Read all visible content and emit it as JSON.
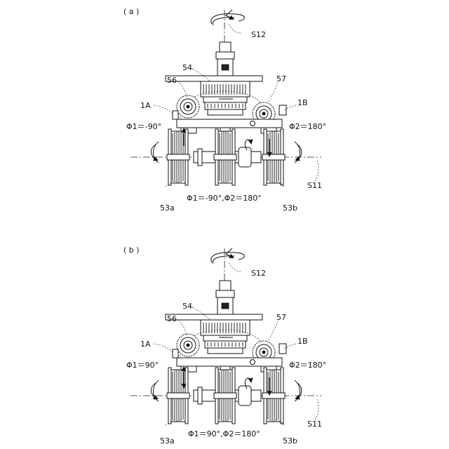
{
  "panels": [
    {
      "panel_label": "( a )",
      "s12": "S12",
      "n54": "54",
      "n56": "56",
      "n57": "57",
      "n1A": "1A",
      "n1B": "1B",
      "phi1": "Φ1＝-90°",
      "phi2": "Φ2＝180°",
      "s11": "S11",
      "n53a": "53a",
      "n53b": "53b",
      "caption": "Φ1＝-90°,Φ2＝180°"
    },
    {
      "panel_label": "( b )",
      "s12": "S12",
      "n54": "54",
      "n56": "56",
      "n57": "57",
      "n1A": "1A",
      "n1B": "1B",
      "phi1": "Φ1＝90°",
      "phi2": "Φ2＝180°",
      "s11": "S11",
      "n53a": "53a",
      "n53b": "53b",
      "caption": "Φ1＝90°,Φ2＝180°"
    }
  ]
}
